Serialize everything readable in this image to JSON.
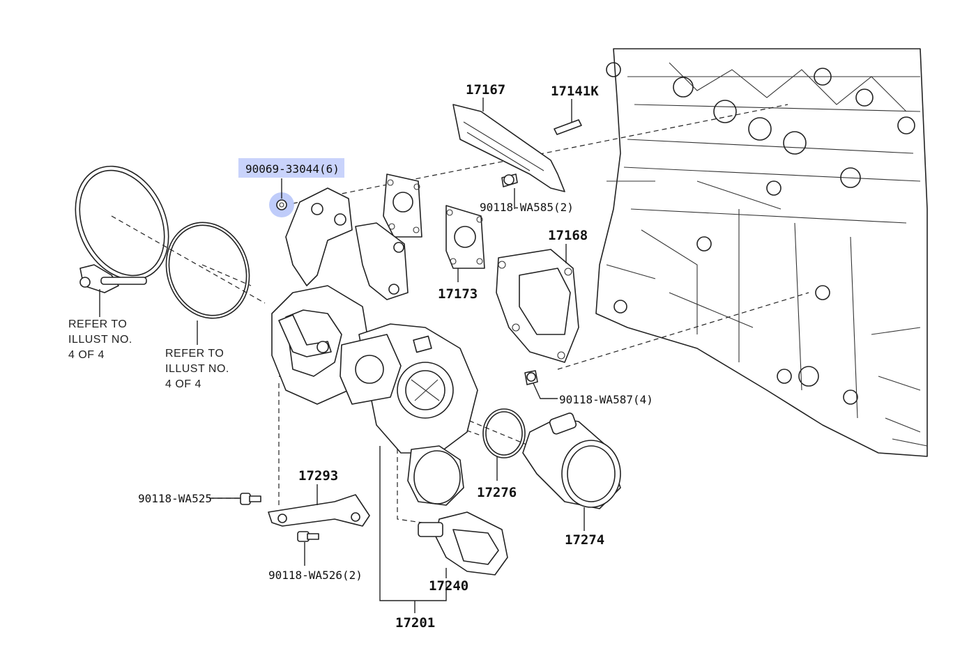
{
  "callouts": {
    "p90069": "90069-33044(6)",
    "p17167": "17167",
    "p17141K": "17141K",
    "p90118_wa585": "90118-WA585(2)",
    "p17168": "17168",
    "p17173": "17173",
    "p90118_wa587": "90118-WA587(4)",
    "p17293": "17293",
    "p90118_wa525": "90118-WA525",
    "p90118_wa526": "90118-WA526(2)",
    "p17276": "17276",
    "p17274": "17274",
    "p17240": "17240",
    "p17201": "17201"
  },
  "refers": {
    "left": {
      "line1": "REFER TO",
      "line2": "ILLUST NO.",
      "line3": "4 OF 4"
    },
    "right": {
      "line1": "REFER TO",
      "line2": "ILLUST NO.",
      "line3": "4 OF 4"
    }
  },
  "highlight": {
    "part": "90069-33044(6)",
    "color": "#c9d3fb"
  }
}
